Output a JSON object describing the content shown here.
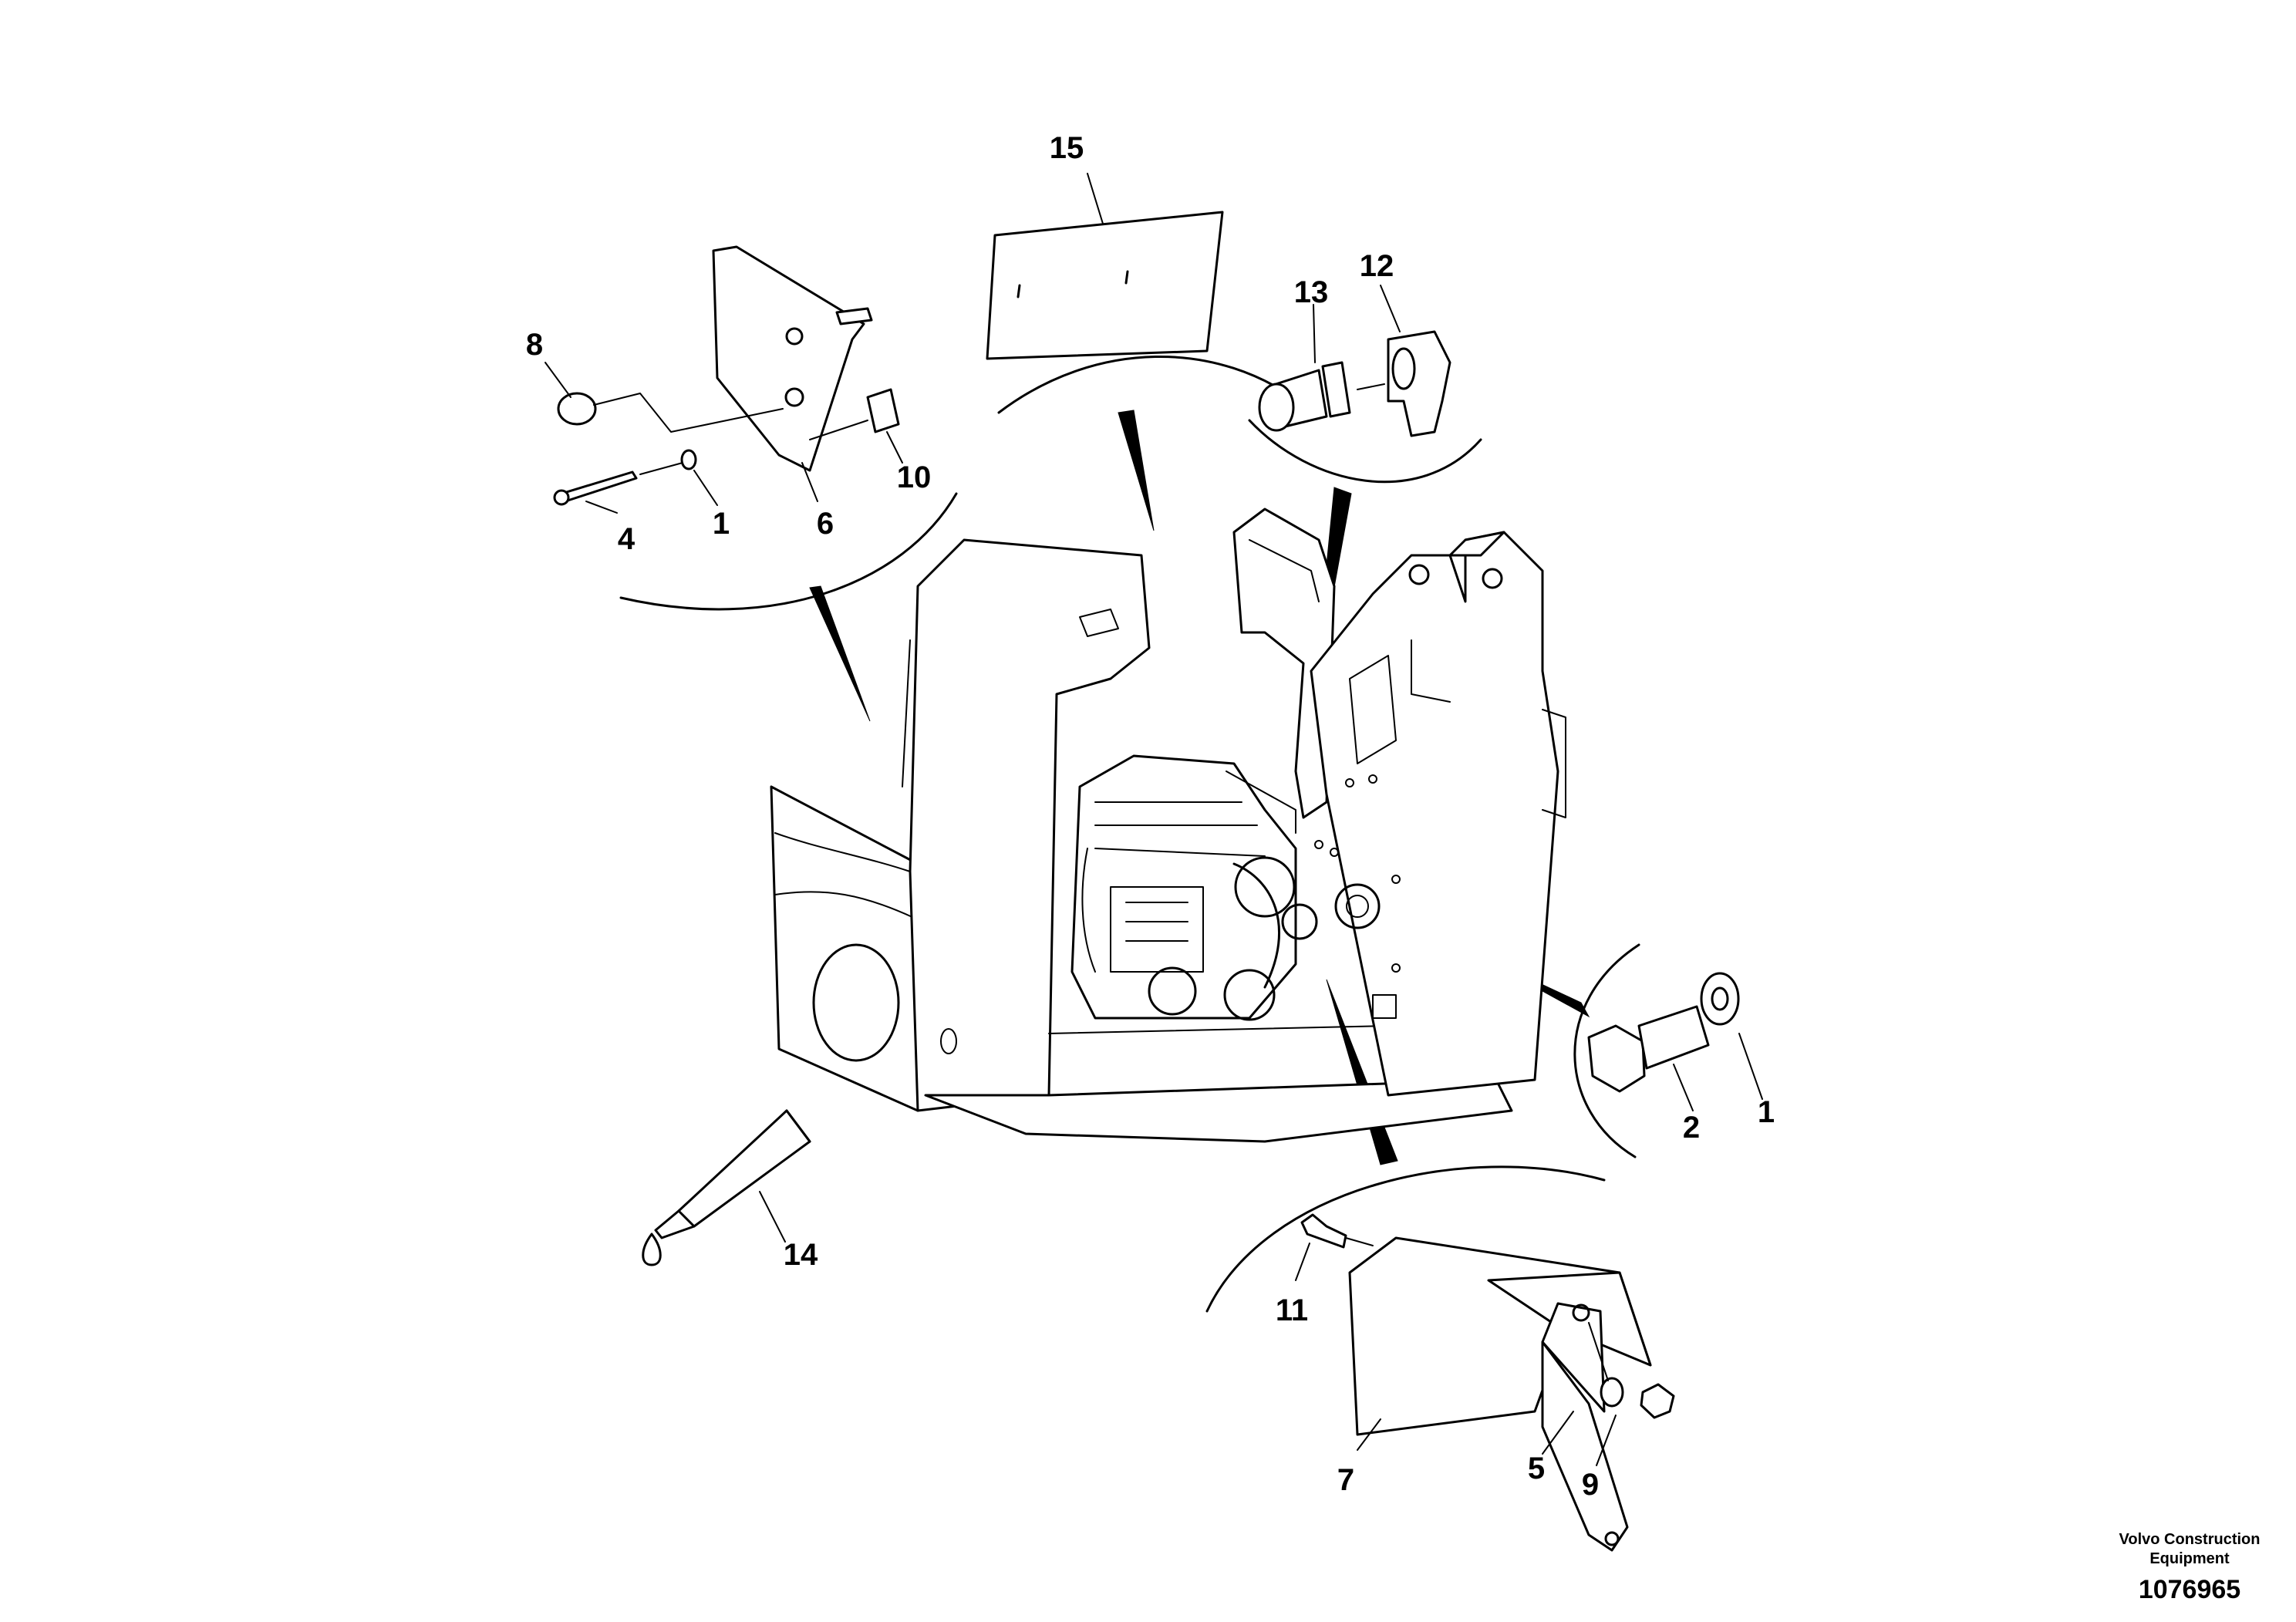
{
  "callouts": {
    "c15": "15",
    "c8": "8",
    "c4": "4",
    "c1a": "1",
    "c6": "6",
    "c10": "10",
    "c13": "13",
    "c12": "12",
    "c2": "2",
    "c1b": "1",
    "c14": "14",
    "c11": "11",
    "c7": "7",
    "c5": "5",
    "c9": "9"
  },
  "footer": {
    "company_line1": "Volvo Construction",
    "company_line2": "Equipment",
    "drawing_number": "1076965"
  }
}
